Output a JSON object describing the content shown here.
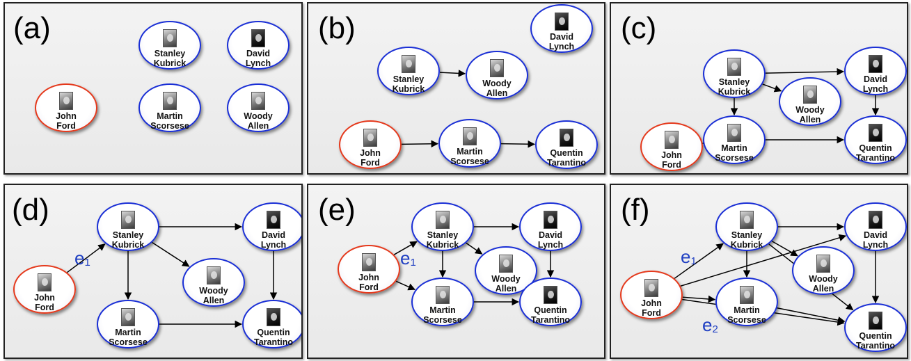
{
  "people": {
    "jf": {
      "first": "John",
      "last": "Ford",
      "root": true,
      "photo": "bw-portrait"
    },
    "sk": {
      "first": "Stanley",
      "last": "Kubrick",
      "root": false,
      "photo": "bw-portrait"
    },
    "dl": {
      "first": "David",
      "last": "Lynch",
      "root": false,
      "photo": "dark-portrait"
    },
    "ms": {
      "first": "Martin",
      "last": "Scorsese",
      "root": false,
      "photo": "bw-portrait"
    },
    "wa": {
      "first": "Woody",
      "last": "Allen",
      "root": false,
      "photo": "bw-portrait"
    },
    "qt": {
      "first": "Quentin",
      "last": "Tarantino",
      "root": false,
      "photo": "dark-portrait"
    }
  },
  "colors": {
    "root_border": "#e5391c",
    "node_border": "#1a2fd6",
    "edge": "#000000",
    "edge_label": "#1f3fc2"
  },
  "panels": [
    {
      "label": "(a)",
      "nodes": [
        "jf",
        "sk",
        "dl",
        "ms",
        "wa"
      ],
      "edges": [],
      "edge_labels": []
    },
    {
      "label": "(b)",
      "nodes": [
        "jf",
        "sk",
        "dl",
        "ms",
        "wa",
        "qt"
      ],
      "edges": [
        [
          "sk",
          "wa"
        ],
        [
          "jf",
          "ms"
        ],
        [
          "ms",
          "qt"
        ]
      ],
      "edge_labels": []
    },
    {
      "label": "(c)",
      "nodes": [
        "jf",
        "sk",
        "dl",
        "ms",
        "wa",
        "qt"
      ],
      "edges": [
        [
          "sk",
          "dl"
        ],
        [
          "sk",
          "wa"
        ],
        [
          "sk",
          "ms"
        ],
        [
          "dl",
          "qt"
        ],
        [
          "jf",
          "ms"
        ],
        [
          "ms",
          "qt"
        ]
      ],
      "edge_labels": []
    },
    {
      "label": "(d)",
      "nodes": [
        "jf",
        "sk",
        "dl",
        "ms",
        "wa",
        "qt"
      ],
      "edges": [
        [
          "jf",
          "sk"
        ],
        [
          "sk",
          "dl"
        ],
        [
          "sk",
          "wa"
        ],
        [
          "sk",
          "ms"
        ],
        [
          "dl",
          "qt"
        ],
        [
          "ms",
          "qt"
        ]
      ],
      "edge_labels": [
        {
          "text": "e",
          "sub": "1"
        }
      ]
    },
    {
      "label": "(e)",
      "nodes": [
        "jf",
        "sk",
        "dl",
        "ms",
        "wa",
        "qt"
      ],
      "edges": [
        [
          "jf",
          "sk"
        ],
        [
          "jf",
          "ms"
        ],
        [
          "sk",
          "dl"
        ],
        [
          "sk",
          "wa"
        ],
        [
          "sk",
          "ms"
        ],
        [
          "dl",
          "qt"
        ],
        [
          "ms",
          "qt"
        ]
      ],
      "edge_labels": [
        {
          "text": "e",
          "sub": "1"
        }
      ]
    },
    {
      "label": "(f)",
      "nodes": [
        "jf",
        "sk",
        "dl",
        "ms",
        "wa",
        "qt"
      ],
      "edges": [
        [
          "jf",
          "sk"
        ],
        [
          "jf",
          "dl"
        ],
        [
          "jf",
          "ms"
        ],
        [
          "jf",
          "qt"
        ],
        [
          "sk",
          "dl"
        ],
        [
          "sk",
          "wa"
        ],
        [
          "sk",
          "ms"
        ],
        [
          "sk",
          "qt"
        ],
        [
          "dl",
          "qt"
        ],
        [
          "ms",
          "qt"
        ]
      ],
      "edge_labels": [
        {
          "text": "e",
          "sub": "1"
        },
        {
          "text": "e",
          "sub": "2"
        }
      ]
    }
  ]
}
